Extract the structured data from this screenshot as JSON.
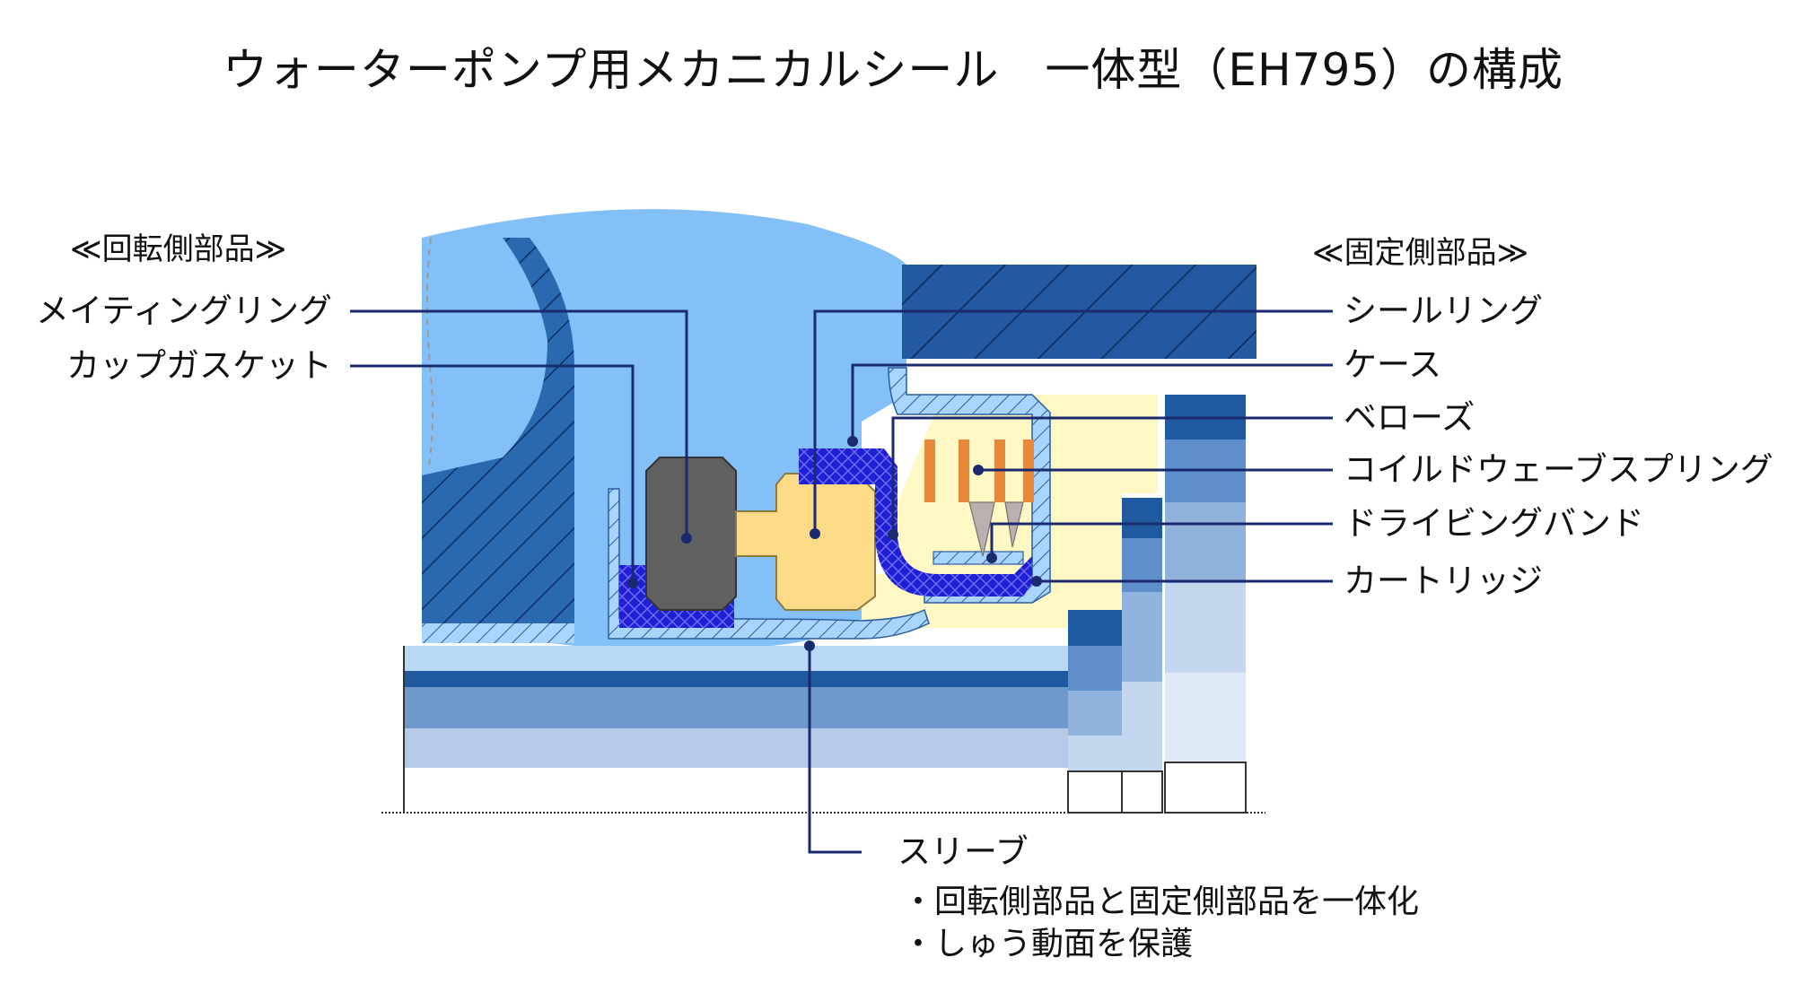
{
  "title": "ウォーターポンプ用メカニカルシール　一体型（EH795）の構成",
  "groups": {
    "rotating": "≪回転側部品≫",
    "stationary": "≪固定側部品≫"
  },
  "parts": {
    "mating_ring": "メイティングリング",
    "cup_gasket": "カップガスケット",
    "seal_ring": "シールリング",
    "case": "ケース",
    "bellows": "ベローズ",
    "coil_wave_spring": "コイルドウェーブスプリング",
    "driving_band": "ドライビングバンド",
    "cartridge": "カートリッジ",
    "sleeve": "スリーブ"
  },
  "notes": [
    "・回転側部品と固定側部品を一体化",
    "・しゅう動面を保護"
  ],
  "colors": {
    "housing": "#84c0f8",
    "hatch_dark": "#1f5aa0",
    "seal_blue": "#1f1fd6",
    "mating_ring_gray": "#606060",
    "seal_ring_yellow": "#fbdb86",
    "fluid_yellow": "#fff7c4",
    "spring_orange": "#e8883a",
    "leader_line": "#1b2a6e"
  }
}
